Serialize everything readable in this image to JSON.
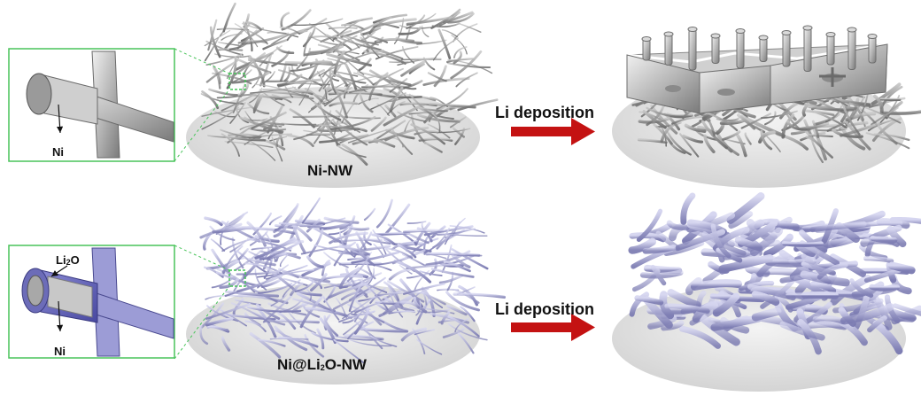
{
  "labels": {
    "top_sample": "Ni-NW",
    "bottom_sample_prefix": "Ni@Li",
    "bottom_sample_sub": "2",
    "bottom_sample_suffix": "O-NW",
    "top_arrow": "Li deposition",
    "bottom_arrow": "Li deposition",
    "top_inset_core": "Ni",
    "bottom_inset_shell_prefix": "Li",
    "bottom_inset_shell_sub": "2",
    "bottom_inset_shell_suffix": "O",
    "bottom_inset_core": "Ni"
  },
  "colors": {
    "inset_border": "#48c45a",
    "arrow": "#c41212",
    "bare_wire": "#8a8a8a",
    "coated_wire": "#9fa0cc",
    "substrate": "#e4e4e4"
  }
}
